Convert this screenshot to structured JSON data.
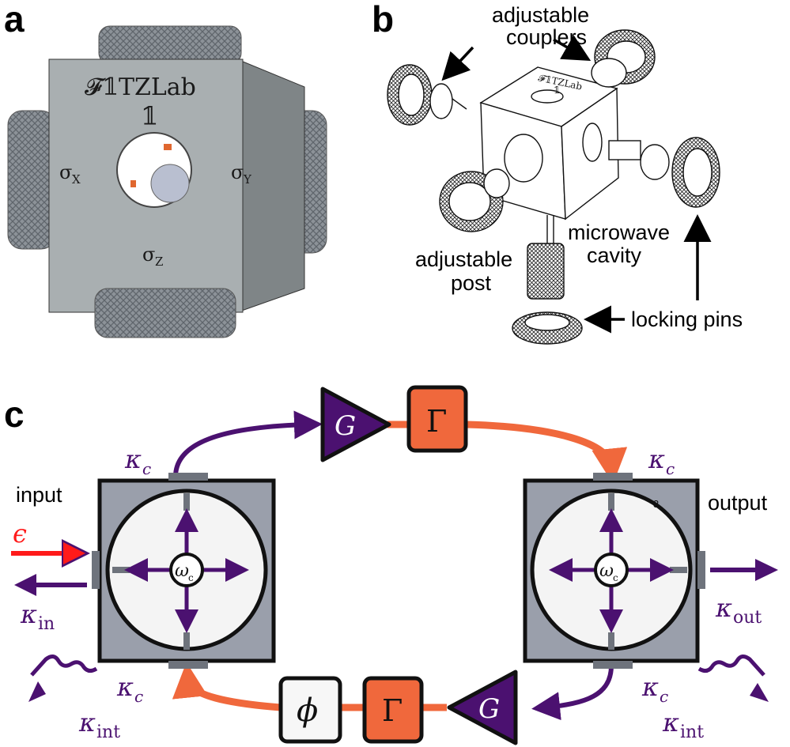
{
  "panels": {
    "a": "a",
    "b": "b",
    "c": "c"
  },
  "panel_a": {
    "logo_text": "𝓕𝟙TZLab",
    "face_label": "𝟙",
    "sigma_x": "σ",
    "sigma_x_sub": "X",
    "sigma_y": "σ",
    "sigma_y_sub": "Y",
    "sigma_z": "σ",
    "sigma_z_sub": "Z"
  },
  "panel_b": {
    "adjustable_couplers": [
      "adjustable",
      "couplers"
    ],
    "microwave_cavity": [
      "microwave",
      "cavity"
    ],
    "adjustable_post": [
      "adjustable",
      "post"
    ],
    "locking_pins": "locking pins",
    "mini_logo": "𝓕𝟙TZLab",
    "mini_face": "𝟙"
  },
  "panel_c": {
    "input": "input",
    "output": "output",
    "epsilon": "ϵ",
    "kappa": "κ",
    "kappa_c_sub": "c",
    "kappa_in_sub": "in",
    "kappa_out_sub": "out",
    "kappa_int_sub": "int",
    "gain": "G",
    "gamma": "Γ",
    "phi": "ϕ",
    "omega": "ω",
    "omega_sub": "c",
    "tiny_mark": "3"
  },
  "colors": {
    "purple": "#4b1170",
    "orange": "#f0683c",
    "red": "#ff1a1a",
    "gray_box": "#9a9fab",
    "cube_face": "#a7adaf",
    "cube_side": "#8a9092",
    "knurl": "#7f858c"
  }
}
